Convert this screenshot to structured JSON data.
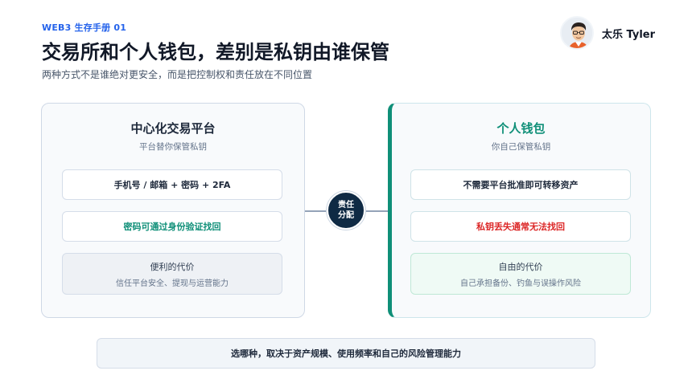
{
  "header": {
    "series_tag": "WEB3 生存手册 01",
    "title": "交易所和个人钱包，差别是私钥由谁保管",
    "subtitle": "两种方式不是谁绝对更安全，而是把控制权和责任放在不同位置"
  },
  "author": {
    "name": "太乐 Tyler"
  },
  "left_card": {
    "title": "中心化交易平台",
    "subtitle": "平台替你保管私钥",
    "item1": "手机号 / 邮箱 + 密码 + 2FA",
    "item2": "密码可通过身份验证找回",
    "cost_title": "便利的代价",
    "cost_desc": "信任平台安全、提现与运营能力"
  },
  "center_badge": {
    "line1": "责任",
    "line2": "分配"
  },
  "right_card": {
    "title": "个人钱包",
    "subtitle": "你自己保管私钥",
    "item1": "不需要平台批准即可转移资产",
    "item2": "私钥丢失通常无法找回",
    "cost_title": "自由的代价",
    "cost_desc": "自己承担备份、钓鱼与误操作风险"
  },
  "footer": {
    "text": "选哪种，取决于资产规模、使用频率和自己的风险管理能力"
  },
  "colors": {
    "accent_blue": "#2563eb",
    "accent_green": "#0f8f78",
    "warning_red": "#dc2626",
    "badge_navy": "#0f2a44"
  }
}
